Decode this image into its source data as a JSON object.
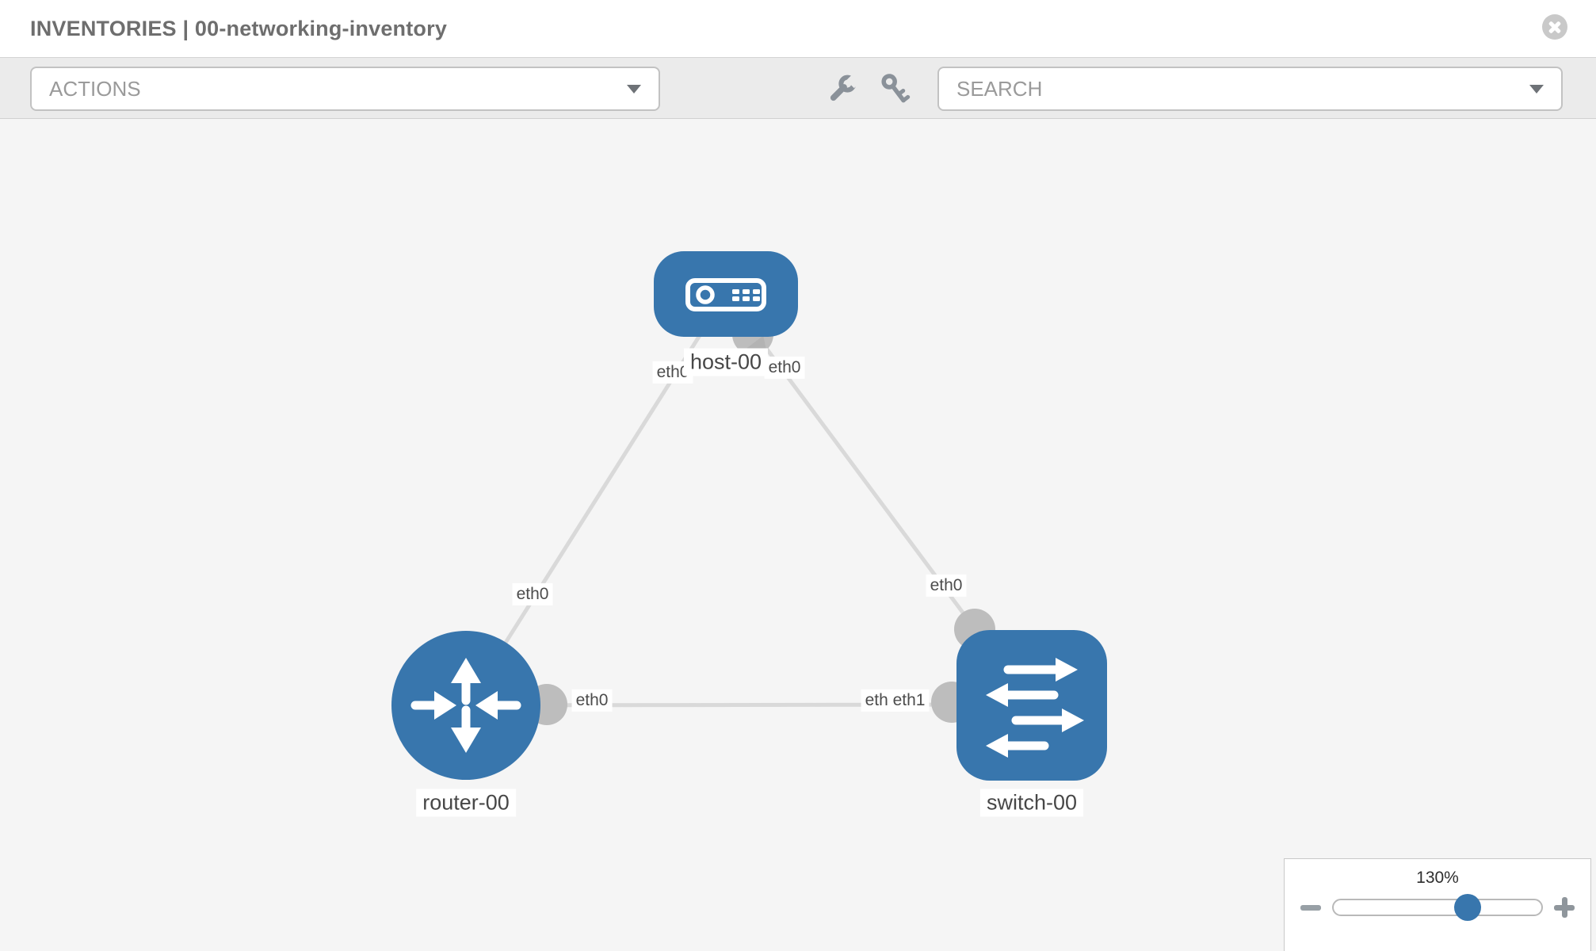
{
  "header": {
    "title": "INVENTORIES | 00-networking-inventory"
  },
  "toolbar": {
    "actions": {
      "label": "ACTIONS"
    },
    "search": {
      "label": "SEARCH"
    },
    "tools": {
      "left": "wrench-icon",
      "right": "key-icon"
    }
  },
  "topology": {
    "nodes": [
      {
        "id": "host-00",
        "type": "host",
        "label": "host-00"
      },
      {
        "id": "router-00",
        "type": "router",
        "label": "router-00"
      },
      {
        "id": "switch-00",
        "type": "switch",
        "label": "switch-00"
      }
    ],
    "links": [
      {
        "from": "host-00",
        "to": "router-00"
      },
      {
        "from": "host-00",
        "to": "switch-00"
      },
      {
        "from": "router-00",
        "to": "switch-00"
      }
    ],
    "interfaces": {
      "host_to_router": "eth0",
      "host_to_switch": "eth0",
      "router_to_host": "eth0",
      "switch_to_host": "eth0",
      "router_to_switch": "eth0",
      "switch_to_router_under": "eth0",
      "switch_to_router": "eth1"
    }
  },
  "zoom_control": {
    "value": "130%"
  },
  "colors": {
    "node_blue": "#3876ad",
    "link_gray": "#d9d9d9",
    "port_gray": "#bdbdbd",
    "canvas_bg": "#f5f5f5",
    "toolbar_bg": "#ebebeb"
  }
}
